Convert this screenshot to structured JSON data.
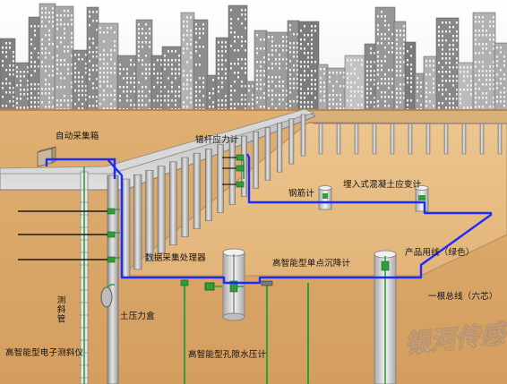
{
  "labels": {
    "auto_collect_box": "自动采集箱",
    "anchor_force_meter": "锚杆应力计",
    "rebar_meter": "钢筋计",
    "embedded_concrete_strain_gauge": "埋入式混凝土应变计",
    "data_processor": "数据采集处理器",
    "single_point_settlement_meter": "高智能型单点沉降计",
    "product_cable": "产品用线（绿色）",
    "bus_cable": "一根总线（六芯）",
    "earth_pressure_box": "土压力盒",
    "inclinometer_tube": "测斜管",
    "electronic_inclinometer": "高智能型电子测斜仪",
    "pore_water_pressure_meter": "高智能型孔隙水压计"
  },
  "watermark": "银河传感",
  "colors": {
    "bus_cable": "#1a2cff",
    "sensor_cable": "#2e9e3a",
    "soil": "#dcab6d",
    "excavation": "#e8c08a",
    "wall": "#c9c9c9"
  }
}
